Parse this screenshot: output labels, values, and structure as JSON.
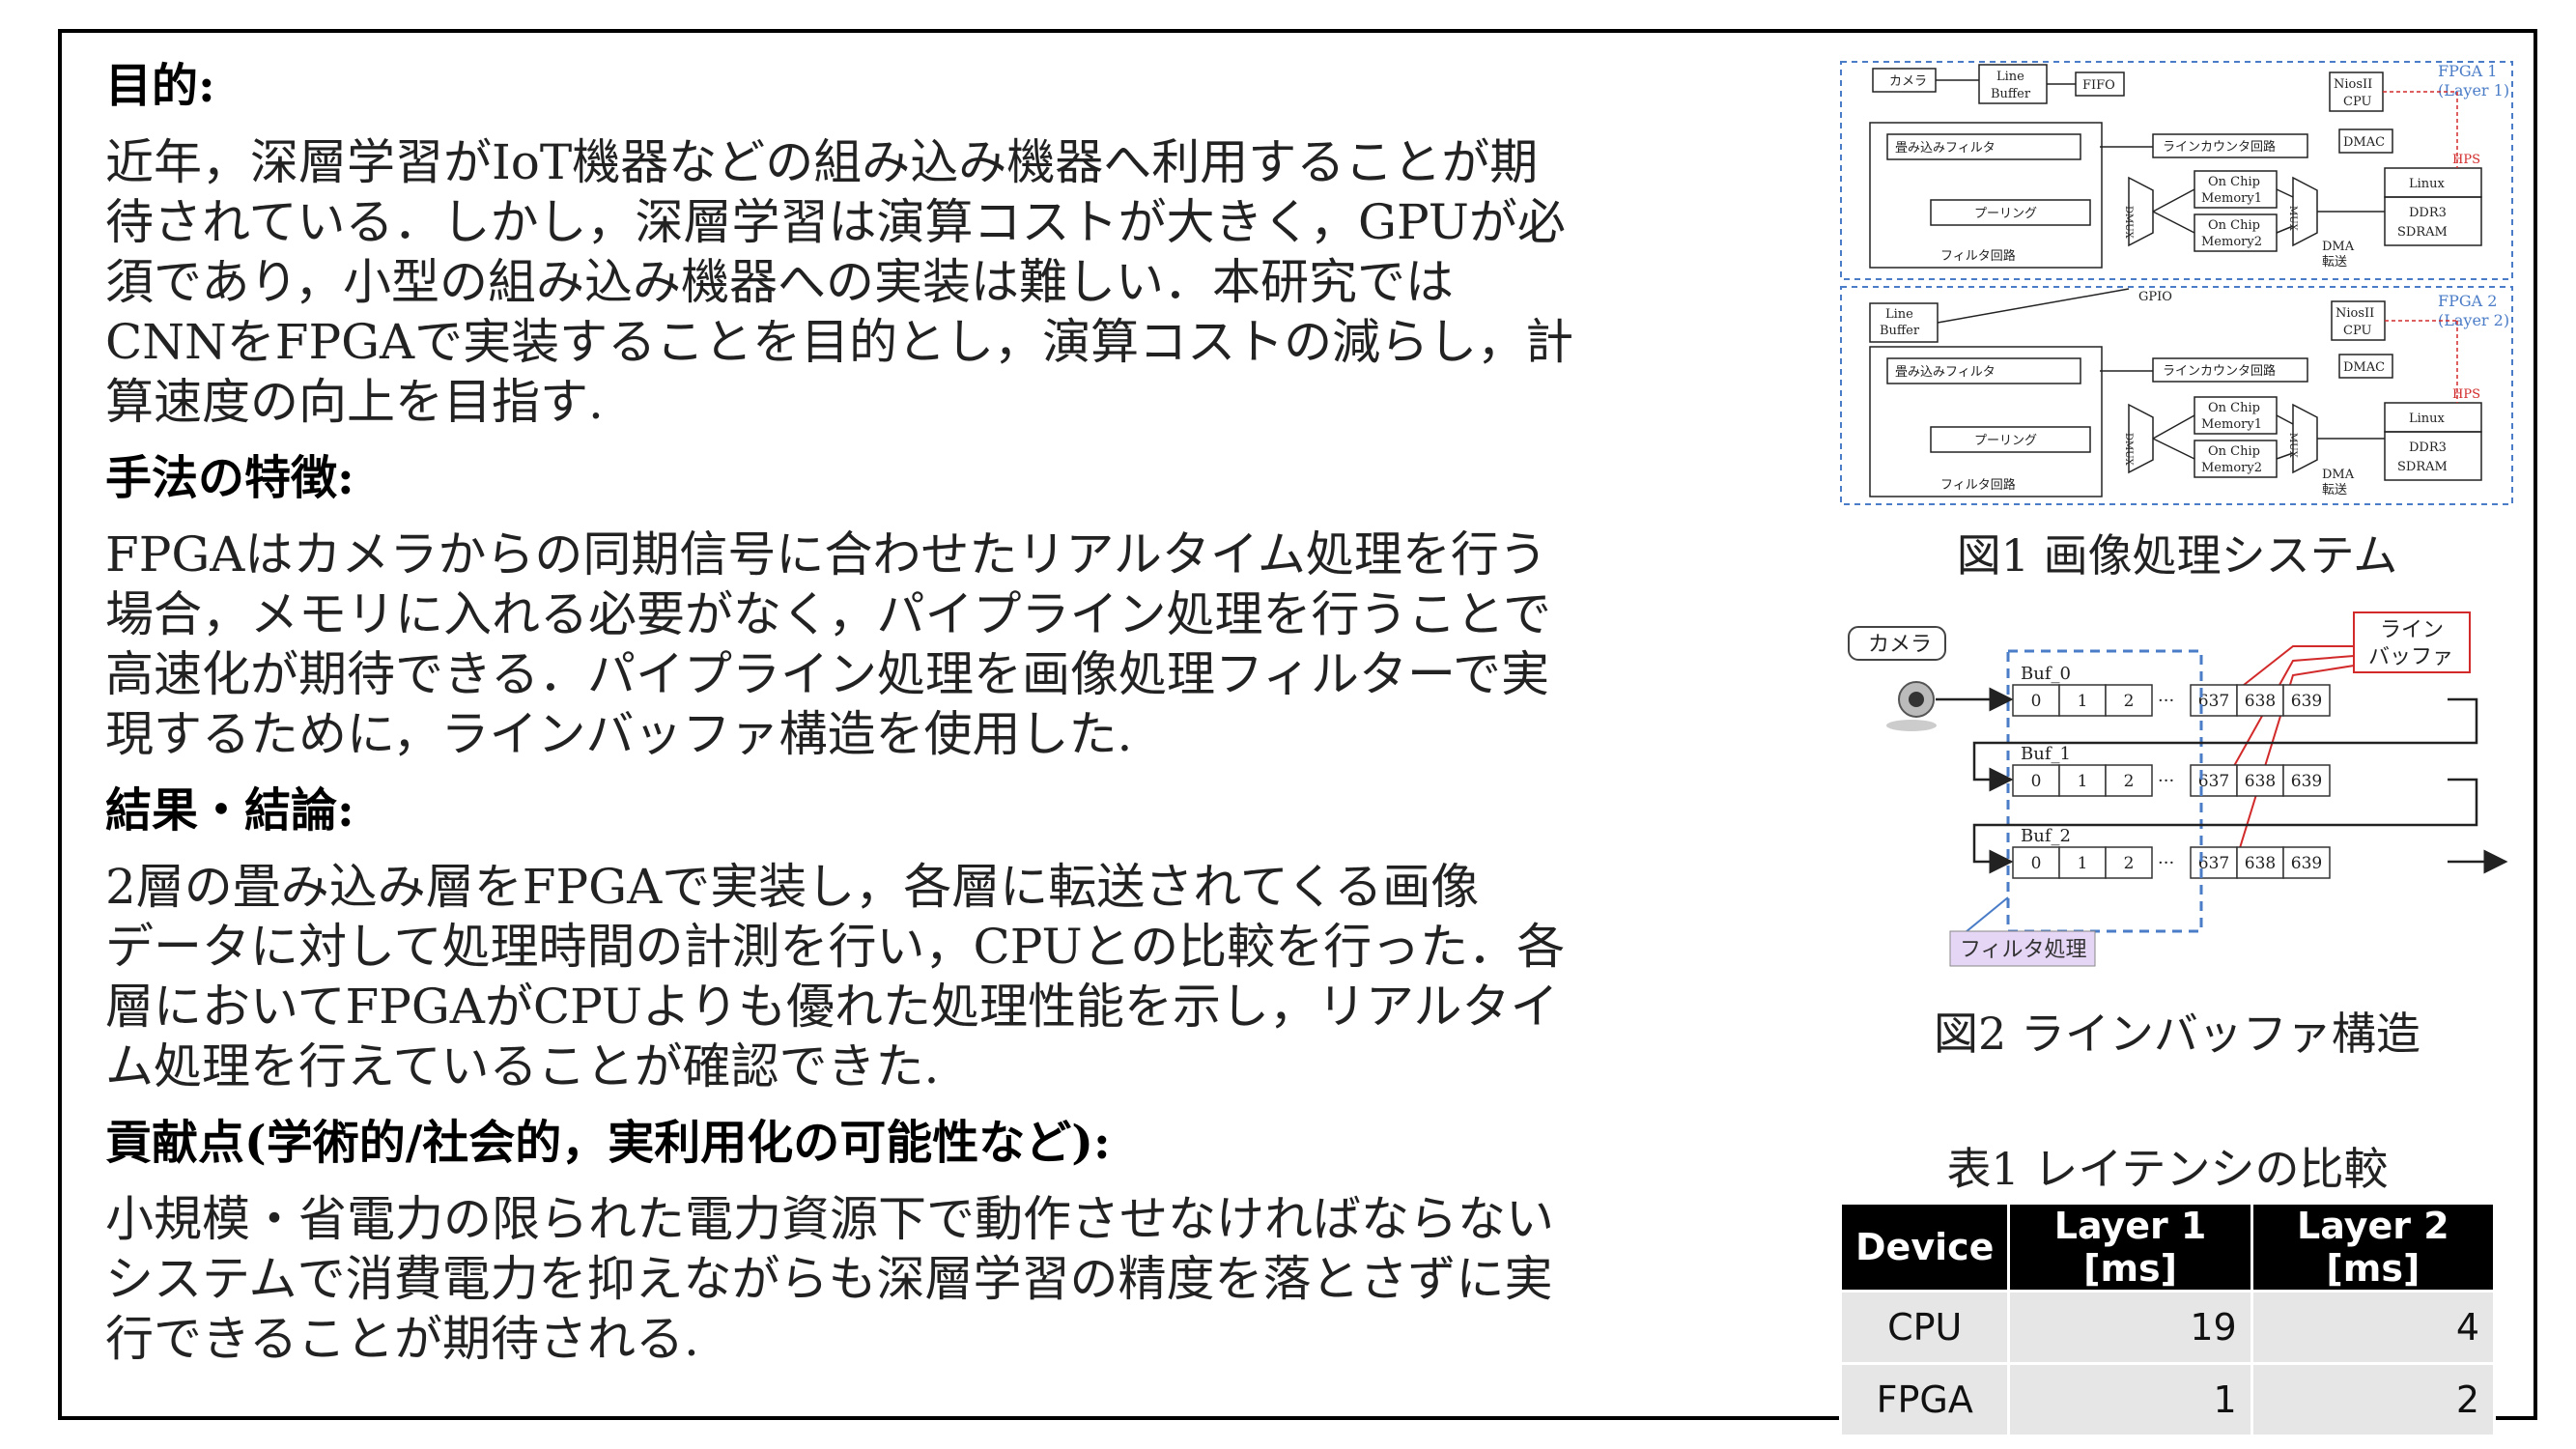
{
  "sections": [
    {
      "heading": "目的:",
      "body": "近年，深層学習がIoT機器などの組み込み機器へ利用することが期\n待されている．しかし，深層学習は演算コストが大きく，GPUが必\n須であり，小型の組み込み機器への実装は難しい．本研究では\nCNNをFPGAで実装することを目的とし，演算コストの減らし，計\n算速度の向上を目指す."
    },
    {
      "heading": "手法の特徴:",
      "body": "FPGAはカメラからの同期信号に合わせたリアルタイム処理を行う\n場合，メモリに入れる必要がなく，パイプライン処理を行うことで\n高速化が期待できる．パイプライン処理を画像処理フィルターで実\n現するために，ラインバッファ構造を使用した."
    },
    {
      "heading": "結果・結論:",
      "body": "2層の畳み込み層をFPGAで実装し，各層に転送されてくる画像\nデータに対して処理時間の計測を行い，CPUとの比較を行った．各\n層においてFPGAがCPUよりも優れた処理性能を示し，リアルタイ\nム処理を行えていることが確認できた."
    },
    {
      "heading": "貢献点(学術的/社会的，実利用化の可能性など):",
      "body": "小規模・省電力の限られた電力資源下で動作させなければならない\nシステムで消費電力を抑えながらも深層学習の精度を落とさずに実\n行できることが期待される."
    }
  ],
  "fig1": {
    "caption": "図1 画像処理システム",
    "camera": "カメラ",
    "line_buffer_1": "Line",
    "line_buffer_2": "Buffer",
    "fifo": "FIFO",
    "nios_1": "NiosII",
    "nios_2": "CPU",
    "fpga1_1": "FPGA 1",
    "fpga1_2": "(Layer 1)",
    "fpga2_1": "FPGA 2",
    "fpga2_2": "(Layer 2)",
    "conv": "畳み込みフィルタ",
    "line_counter": "ラインカウンタ回路",
    "dmac": "DMAC",
    "hps": "HPS",
    "pool": "プーリング",
    "mem1_1": "On Chip",
    "mem1_2": "Memory1",
    "mem2_1": "On Chip",
    "mem2_2": "Memory2",
    "dmux": "DMUX",
    "mux": "MUX",
    "dma_1": "DMA",
    "dma_2": "転送",
    "linux": "Linux",
    "ddr_1": "DDR3",
    "ddr_2": "SDRAM",
    "filter_circuit": "フィルタ回路",
    "gpio": "GPIO"
  },
  "fig2": {
    "caption": "図2 ラインバッファ構造",
    "camera": "カメラ",
    "line_buffer_1": "ライン",
    "line_buffer_2": "バッファ",
    "filter": "フィルタ処理",
    "rows": [
      {
        "name": "Buf_0",
        "cells": [
          "0",
          "1",
          "2",
          "637",
          "638",
          "639"
        ]
      },
      {
        "name": "Buf_1",
        "cells": [
          "0",
          "1",
          "2",
          "637",
          "638",
          "639"
        ]
      },
      {
        "name": "Buf_2",
        "cells": [
          "0",
          "1",
          "2",
          "637",
          "638",
          "639"
        ]
      }
    ],
    "ellipsis": "···"
  },
  "table1": {
    "caption": "表1 レイテンシの比較",
    "headers": [
      "Device",
      "Layer 1 [ms]",
      "Layer 2 [ms]"
    ],
    "rows": [
      [
        "CPU",
        "19",
        "4"
      ],
      [
        "FPGA",
        "1",
        "2"
      ]
    ]
  },
  "colors": {
    "accent_blue": "#4a7cc7",
    "accent_red": "#d22a2a",
    "filter_purple": "#e6d6f5",
    "table_header": "#000000",
    "table_cell": "#e6e6e6"
  }
}
